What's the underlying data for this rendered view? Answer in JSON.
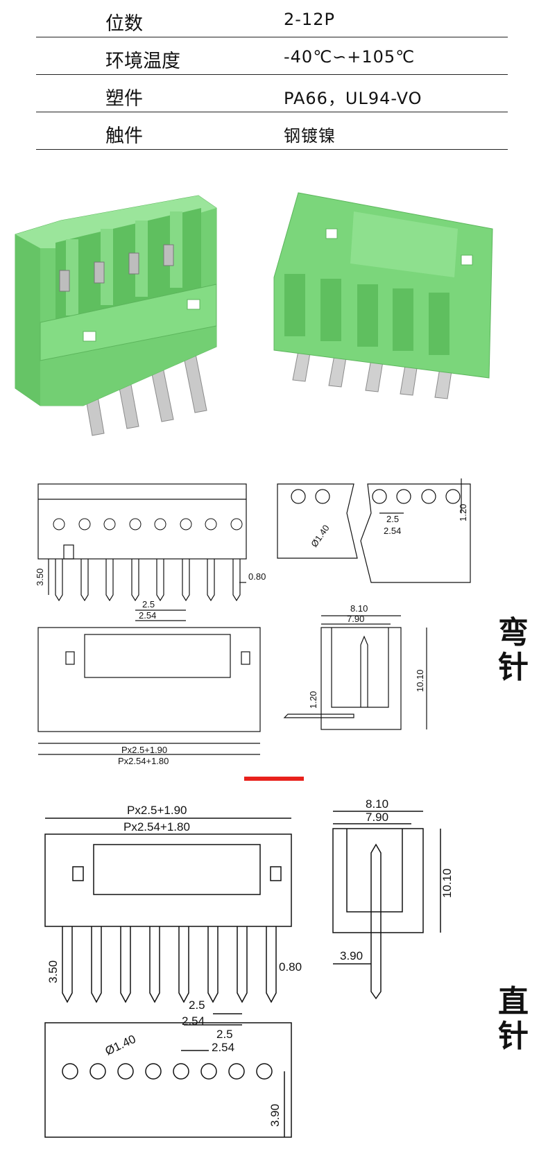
{
  "specs": [
    {
      "key": "位数",
      "value": "2-12P"
    },
    {
      "key": "环境温度",
      "value": "-40℃∽+105℃"
    },
    {
      "key": "塑件",
      "value": "PA66，UL94-VO"
    },
    {
      "key": "触件",
      "value": "钢镀镍"
    }
  ],
  "colors": {
    "connector_green": "#7bd67b",
    "divider_red": "#e8211c"
  },
  "bent": {
    "label_char1": "弯",
    "label_char2": "针",
    "dims": {
      "pin_len": "3.50",
      "pin_w": "0.80",
      "pitch_a": "2.5",
      "pitch_b": "2.54",
      "hole_d": "Ø1.40",
      "hole_top": "1.20",
      "hole_pitch_a": "2.5",
      "hole_pitch_b": "2.54",
      "width_a": "8.10",
      "width_b": "7.90",
      "height": "10.10",
      "pin_offset": "1.20",
      "len_a": "Px2.5+1.90",
      "len_b": "Px2.54+1.80"
    }
  },
  "straight": {
    "label_char1": "直",
    "label_char2": "针",
    "dims": {
      "len_a": "Px2.5+1.90",
      "len_b": "Px2.54+1.80",
      "width_a": "8.10",
      "width_b": "7.90",
      "height": "10.10",
      "pin_offset": "3.90",
      "pin_len": "3.50",
      "pin_w": "0.80",
      "pitch_a": "2.5",
      "pitch_b": "2.54",
      "hole_d": "Ø1.40",
      "hole_pitch_a": "2.5",
      "hole_pitch_b": "2.54",
      "hole_edge": "3.90"
    }
  }
}
